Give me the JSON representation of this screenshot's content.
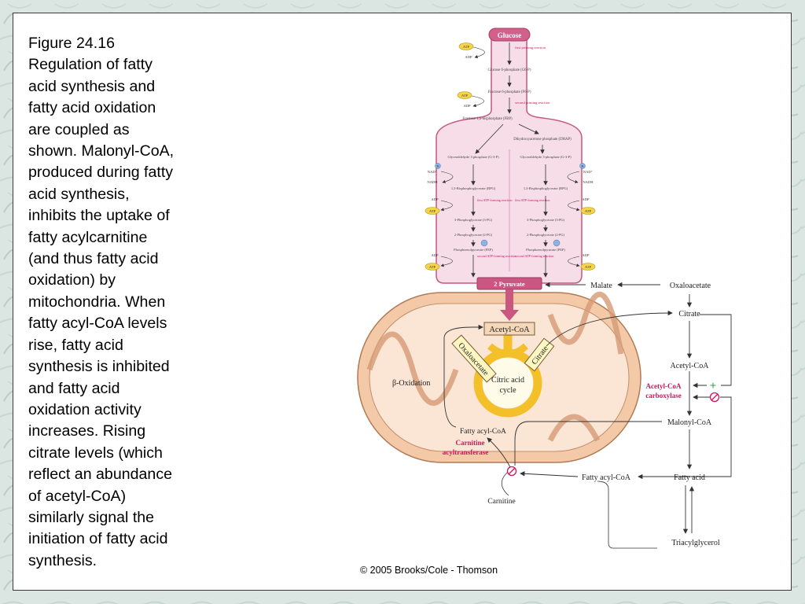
{
  "caption": {
    "text": "Figure 24.16\nRegulation of fatty\nacid synthesis and\nfatty acid oxidation\nare coupled as\nshown. Malonyl-CoA,\nproduced during fatty\nacid synthesis,\ninhibits the uptake of\nfatty acylcarnitine\n(and thus fatty acid\noxidation) by\nmitochondria. When\nfatty acyl-CoA levels\nrise, fatty acid\nsynthesis is inhibited\nand fatty acid\noxidation activity\nincreases. Rising\ncitrate levels (which\nreflect an abundance\nof acetyl-CoA)\nsimilarly signal the\ninitiation of fatty acid\nsynthesis."
  },
  "credit": "© 2005 Brooks/Cole - Thomson",
  "glycolysis": {
    "glucose": "Glucose",
    "pyruvate": "2 Pyruvate",
    "atp": "ATP",
    "adp": "ADP",
    "nad": "NAD⁺",
    "nadh": "NADH",
    "pi": "Pi",
    "first_priming": "first priming reaction",
    "second_priming": "second priming reaction",
    "first_atp_forming": "first ATP-forming reaction",
    "second_atp_forming": "second ATP-forming reaction",
    "g6p": "Glucose 6-phosphate (G6-P)",
    "f6p": "Fructose 6-phosphate (F6-P)",
    "fbp": "Fructose 1,6-bisphosphate (FBP)",
    "dhap": "Dihydroxyacetone phosphate (DHAP)",
    "g3p": "Glyceraldehyde 3-phosphate (G-3-P)",
    "bpg": "1,3-Bisphosphoglycerate (BPG)",
    "pg3": "3-Phosphoglycerate (3-PG)",
    "pg2": "2-Phosphoglycerate (2-PG)",
    "pep": "Phosphoenolpyruvate (PEP)"
  },
  "mito": {
    "acetyl_coa": "Acetyl-CoA",
    "oxaloacetate": "Oxaloacetate",
    "citrate": "Citrate",
    "tca": "Citric acid\ncycle",
    "beta_oxidation": "β-Oxidation",
    "fatty_acyl_coa": "Fatty acyl-CoA",
    "carnitine_at": "Carnitine\nacyltransferase"
  },
  "cyto": {
    "malate": "Malate",
    "oxaloacetate": "Oxaloacetate",
    "citrate": "Citrate",
    "acetyl_coa": "Acetyl-CoA",
    "acc": "Acetyl-CoA\ncarboxylase",
    "malonyl_coa": "Malonyl-CoA",
    "fatty_acyl_coa": "Fatty acyl-CoA",
    "fatty_acid": "Fatty acid",
    "carnitine": "Carnitine",
    "tag": "Triacylglycerol",
    "plus": "+"
  },
  "colors": {
    "glycolysis_fill": "#f7dde8",
    "glycolysis_stroke": "#c9577f",
    "mito_outer": "#f4c9a8",
    "mito_inner": "#fbe6d6",
    "tca_ring": "#f3c02a",
    "enzyme_text": "#d4145a",
    "activator": "#2ea043",
    "inhibitor": "#d4145a",
    "atp_fill": "#f5d547"
  }
}
